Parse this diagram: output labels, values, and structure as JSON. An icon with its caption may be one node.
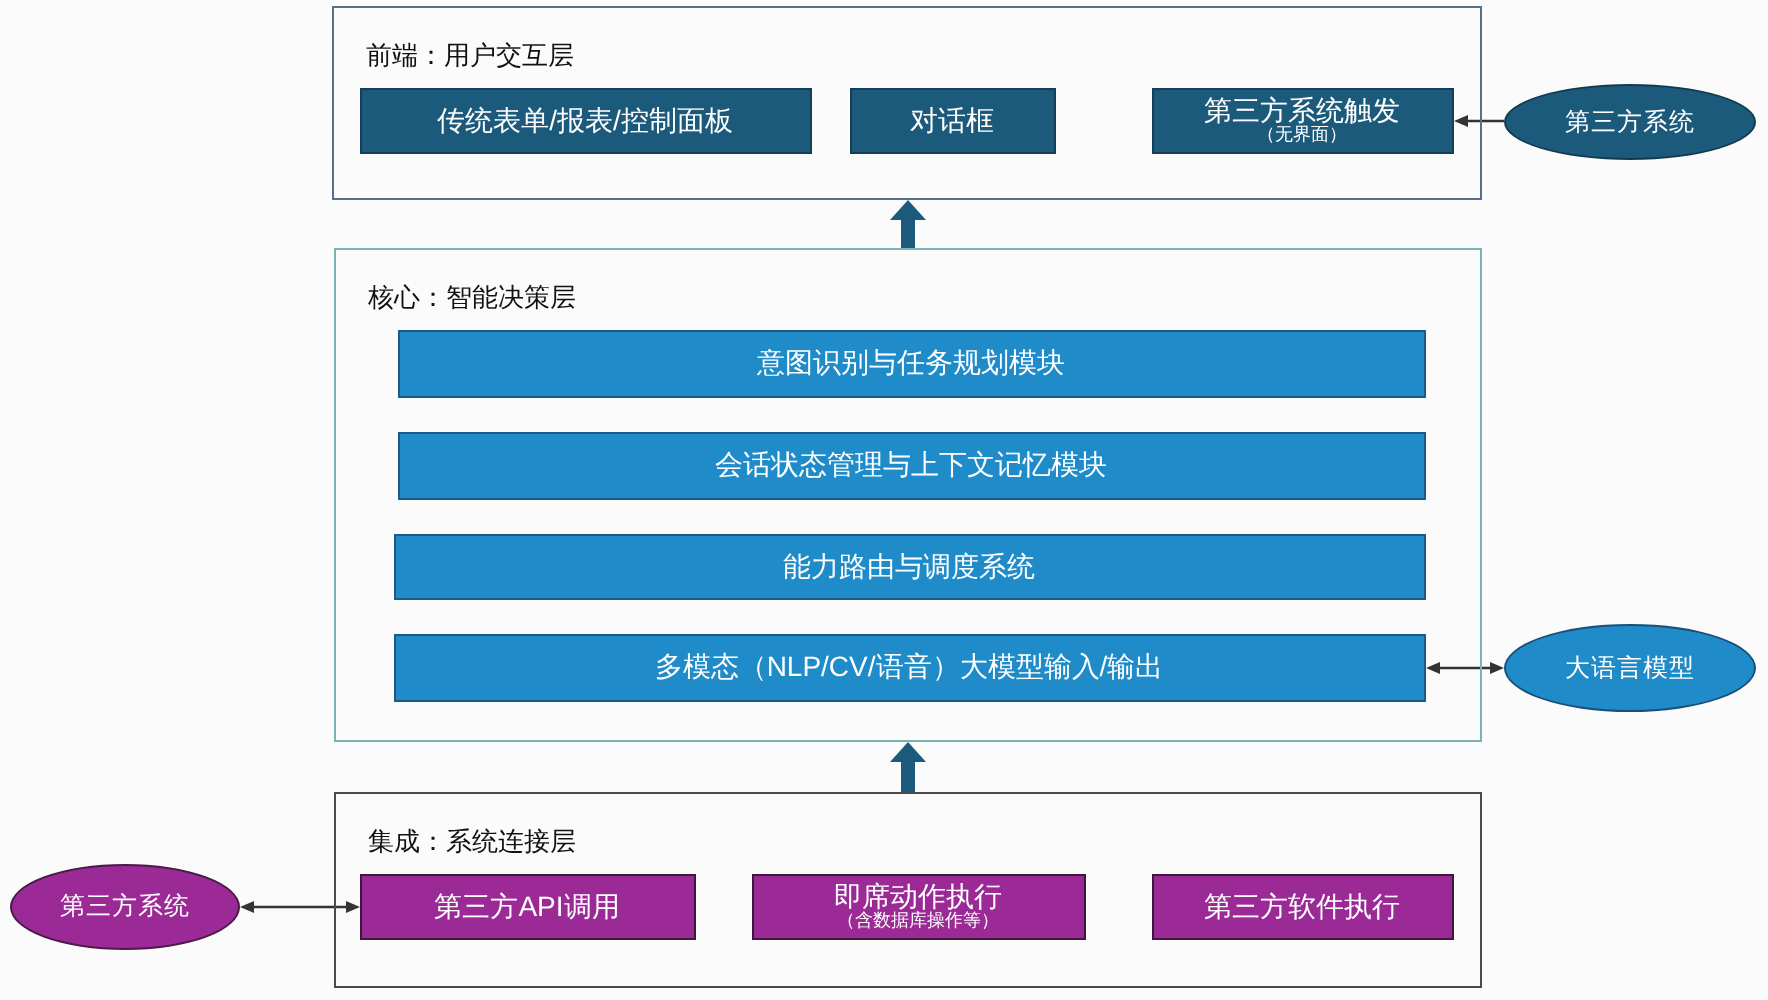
{
  "diagram": {
    "nodes": [
      {
        "text": [
          "前端：用户交互层"
        ]
      },
      {
        "text": [
          "传统表单/报表/控制面板"
        ],
        "in": 0
      },
      {
        "text": [
          "对话框"
        ],
        "in": 0
      },
      {
        "text": [
          "第三方系统触发",
          "（无界面）"
        ],
        "in": 0
      },
      {
        "text": [
          "第三方系统"
        ]
      },
      {
        "text": [
          "核心：智能决策层"
        ]
      },
      {
        "text": [
          "意图识别与任务规划模块"
        ],
        "in": 5
      },
      {
        "text": [
          "会话状态管理与上下文记忆模块"
        ],
        "in": 5
      },
      {
        "text": [
          "能力路由与调度系统"
        ],
        "in": 5
      },
      {
        "text": [
          "多模态（NLP/CV/语音）大模型输入/输出"
        ],
        "in": 5
      },
      {
        "text": [
          "大语言模型"
        ]
      },
      {
        "text": [
          "集成：系统连接层"
        ]
      },
      {
        "text": [
          "第三方API调用"
        ],
        "in": 11
      },
      {
        "text": [
          "即席动作执行",
          "（含数据库操作等）"
        ],
        "in": 11
      },
      {
        "text": [
          "第三方软件执行"
        ],
        "in": 11
      },
      {
        "text": [
          "第三方系统"
        ]
      }
    ],
    "edges": [
      {
        "from": 4,
        "to": 3,
        "arrow": "to"
      },
      {
        "from": 9,
        "to": 10,
        "arrow": "both"
      },
      {
        "from": 5,
        "to": 0,
        "arrow": "to",
        "style": "thick",
        "color": "#1c5a7c"
      },
      {
        "from": 11,
        "to": 5,
        "arrow": "to",
        "style": "thick",
        "color": "#1c5a7c"
      },
      {
        "from": 12,
        "to": 15,
        "arrow": "both"
      }
    ]
  }
}
